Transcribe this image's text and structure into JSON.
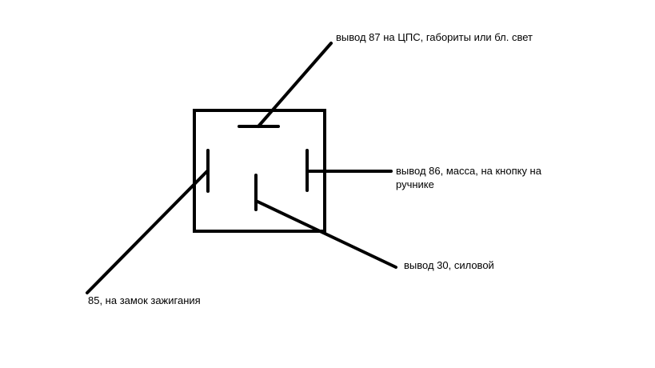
{
  "diagram": {
    "colors": {
      "stroke": "#000000",
      "background": "#ffffff"
    },
    "labels": {
      "pin87": "вывод 87 на ЦПС, габориты или бл. свет",
      "pin86_line1": "вывод 86, масса, на кнопку на",
      "pin86_line2": "ручнике",
      "pin30": "вывод 30, силовой",
      "pin85": "85, на замок зажигания"
    }
  }
}
